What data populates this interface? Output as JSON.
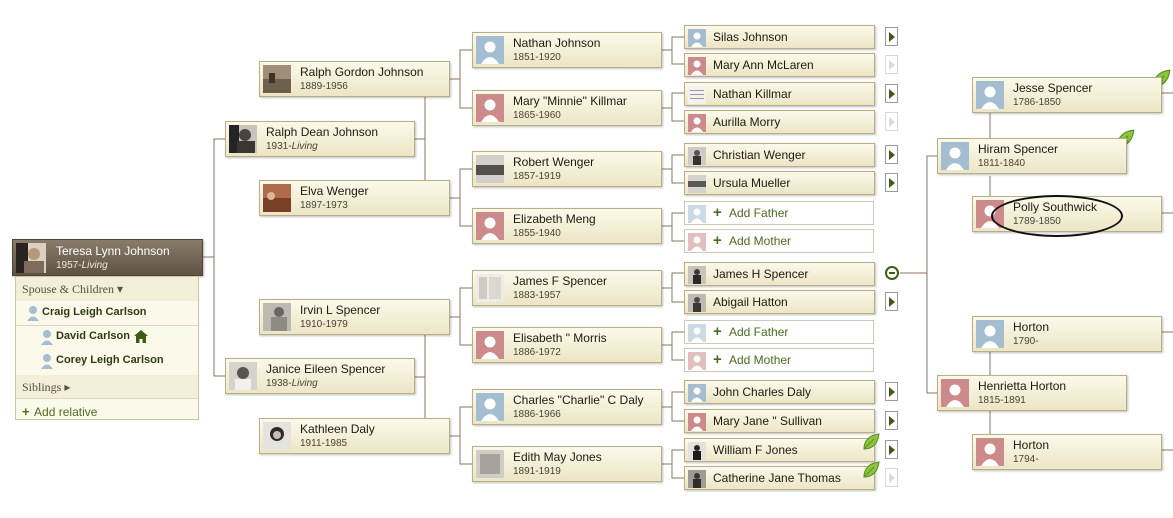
{
  "focus": {
    "name": "Teresa Lynn Johnson",
    "birth": "1957-",
    "status": "Living"
  },
  "panel": {
    "spouse_header": "Spouse & Children ▾",
    "spouse": "Craig Leigh Carlson",
    "children": [
      "David Carlson",
      "Corey Leigh Carlson"
    ],
    "siblings_header": "Siblings ▸",
    "add_relative": "Add relative"
  },
  "gen1": [
    {
      "name": "Ralph Dean Johnson",
      "birth": "1931-",
      "status": "Living"
    },
    {
      "name": "Janice Eileen Spencer",
      "birth": "1938-",
      "status": "Living"
    }
  ],
  "gen2": [
    {
      "name": "Ralph Gordon Johnson",
      "dates": "1889-1956"
    },
    {
      "name": "Elva Wenger",
      "dates": "1897-1973"
    },
    {
      "name": "Irvin L Spencer",
      "dates": "1910-1979"
    },
    {
      "name": "Kathleen Daly",
      "dates": "1911-1985"
    }
  ],
  "gen3": [
    {
      "name": "Nathan Johnson",
      "dates": "1851-1920"
    },
    {
      "name": "Mary \"Minnie\" Killmar",
      "dates": "1865-1960"
    },
    {
      "name": "Robert Wenger",
      "dates": "1857-1919"
    },
    {
      "name": "Elizabeth Meng",
      "dates": "1855-1940"
    },
    {
      "name": "James F Spencer",
      "dates": "1883-1957"
    },
    {
      "name": "Elisabeth \" Morris",
      "dates": "1886-1972"
    },
    {
      "name": "Charles \"Charlie\" C Daly",
      "dates": "1886-1966"
    },
    {
      "name": "Edith May Jones",
      "dates": "1891-1919"
    }
  ],
  "gen4": [
    {
      "name": "Silas Johnson"
    },
    {
      "name": "Mary Ann McLaren"
    },
    {
      "name": "Nathan Killmar"
    },
    {
      "name": "Aurilla Morry"
    },
    {
      "name": "Christian Wenger"
    },
    {
      "name": "Ursula Mueller"
    },
    {
      "name": "James H Spencer"
    },
    {
      "name": "Abigail Hatton"
    },
    {
      "name": "John Charles Daly"
    },
    {
      "name": "Mary Jane \" Sullivan"
    },
    {
      "name": "William F Jones"
    },
    {
      "name": "Catherine Jane Thomas"
    }
  ],
  "add_father": "Add Father",
  "add_mother": "Add Mother",
  "right": [
    {
      "name": "Jesse Spencer",
      "dates": "1786-1850"
    },
    {
      "name": "Hiram Spencer",
      "dates": "1811-1840"
    },
    {
      "name": "Polly Southwick",
      "dates": "1789-1850"
    },
    {
      "name": "Horton",
      "dates": "1790-"
    },
    {
      "name": "Henrietta Horton",
      "dates": "1815-1891"
    },
    {
      "name": "Horton",
      "dates": "1794-"
    }
  ],
  "colors": {
    "male": "#a4bdd0",
    "female": "#cc8a8a",
    "accent": "#4d6b1e",
    "line": "#8a7560"
  }
}
